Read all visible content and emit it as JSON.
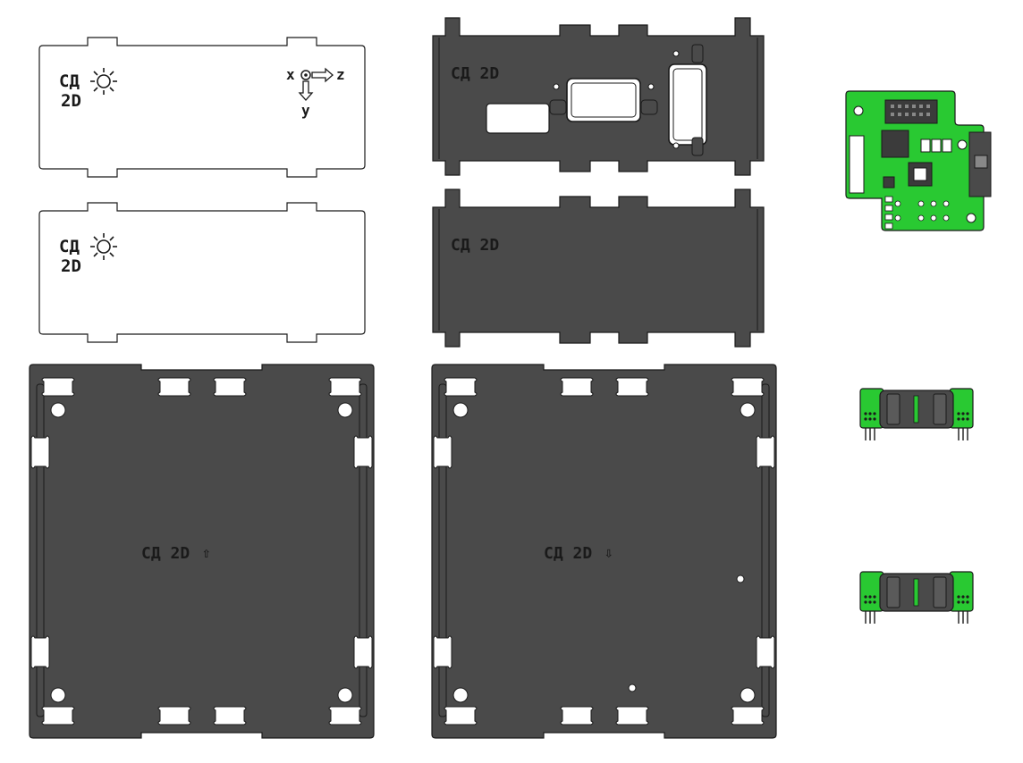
{
  "colors": {
    "plate_dark": "#4a4a4a",
    "plate_light": "#ffffff",
    "outline": "#1a1a1a",
    "pcb_green": "#29c932",
    "pcb_dark": "#3b3b3b"
  },
  "light_panel_top": {
    "logo_line1": "СД",
    "logo_line2": "2D",
    "axis_x": "x",
    "axis_z": "z",
    "axis_y": "y",
    "sun_icon": "sun-icon"
  },
  "light_panel_bottom": {
    "logo_line1": "СД",
    "logo_line2": "2D",
    "sun_icon": "sun-icon"
  },
  "dark_panel_top": {
    "label": "СД 2D"
  },
  "dark_panel_middle": {
    "label": "СД 2D"
  },
  "big_plate_left": {
    "label": "СД 2D",
    "arrow": "⇧"
  },
  "big_plate_right": {
    "label": "СД 2D",
    "arrow": "⇩"
  },
  "pcb_main": {
    "icon": "circuit-board-icon"
  },
  "sensor_top": {
    "icon": "sensor-module-icon"
  },
  "sensor_bottom": {
    "icon": "sensor-module-icon"
  }
}
